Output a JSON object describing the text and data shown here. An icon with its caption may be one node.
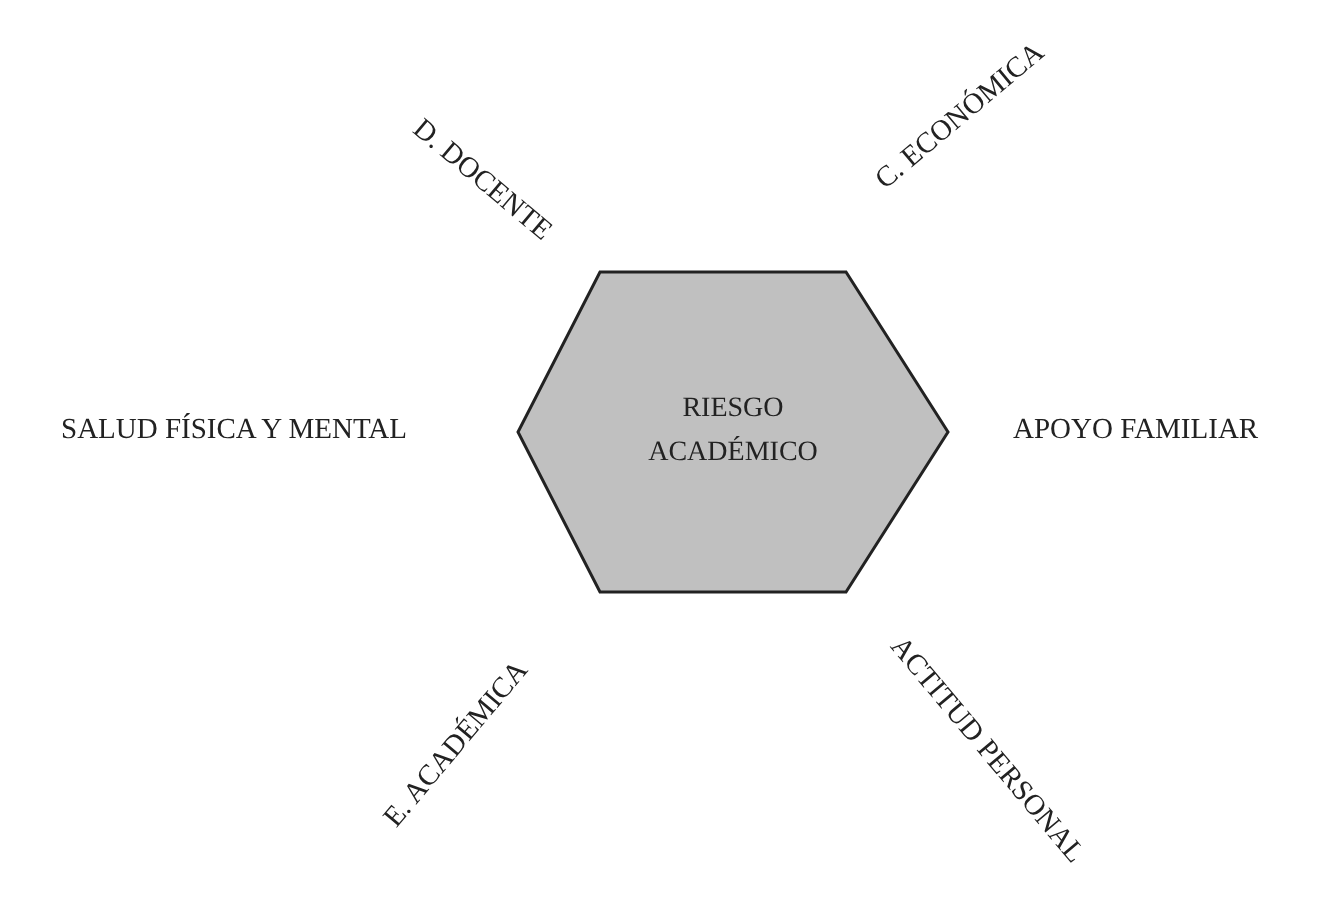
{
  "diagram": {
    "nodes": [
      {
        "text": [
          "RIESGO ACADÉMICO"
        ]
      }
    ],
    "labels": [
      "D. DOCENTE",
      "C. ECONÓMICA",
      "SALUD FÍSICA Y MENTAL",
      "APOYO FAMILIAR",
      "E. ACADÉMICA",
      "ACTITUD PERSONAL"
    ]
  }
}
